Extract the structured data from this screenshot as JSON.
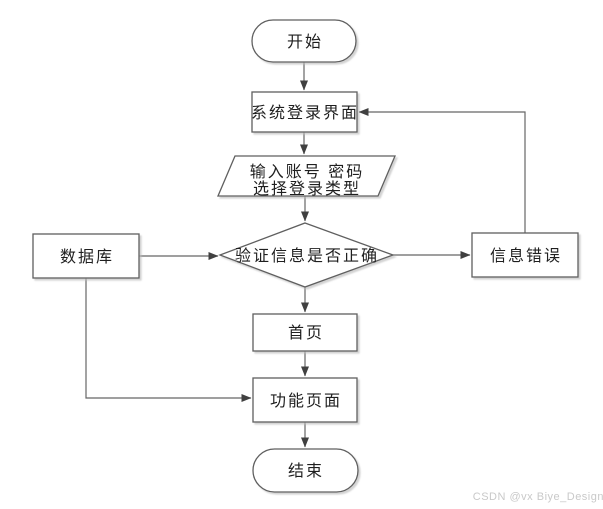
{
  "diagram": {
    "type": "flowchart",
    "language": "zh-CN",
    "nodes": {
      "start": {
        "label": "开始",
        "shape": "terminator"
      },
      "login_screen": {
        "label": "系统登录界面",
        "shape": "process"
      },
      "input": {
        "label_line1": "输入账号 密码",
        "label_line2": "选择登录类型",
        "shape": "input-parallelogram"
      },
      "verify": {
        "label": "验证信息是否正确",
        "shape": "decision-diamond"
      },
      "database": {
        "label": "数据库",
        "shape": "process"
      },
      "error": {
        "label": "信息错误",
        "shape": "process"
      },
      "home": {
        "label": "首页",
        "shape": "process"
      },
      "function_page": {
        "label": "功能页面",
        "shape": "process"
      },
      "end": {
        "label": "结束",
        "shape": "terminator"
      }
    },
    "edges": [
      {
        "from": "start",
        "to": "login_screen"
      },
      {
        "from": "login_screen",
        "to": "input"
      },
      {
        "from": "input",
        "to": "verify"
      },
      {
        "from": "database",
        "to": "verify"
      },
      {
        "from": "verify",
        "to": "error"
      },
      {
        "from": "error",
        "to": "login_screen"
      },
      {
        "from": "verify",
        "to": "home"
      },
      {
        "from": "home",
        "to": "function_page"
      },
      {
        "from": "database",
        "to": "function_page"
      },
      {
        "from": "function_page",
        "to": "end"
      }
    ]
  },
  "watermark": {
    "text": "CSDN @vx Biye_Design"
  },
  "colors": {
    "background": "#ffffff",
    "shape_fill": "#ffffff",
    "shape_stroke": "#5f5f5f",
    "connector": "#666666",
    "arrowhead": "#404040",
    "text": "#1f1f1f",
    "watermark": "#c9c9c9",
    "shadow": "#bbbbbb"
  }
}
